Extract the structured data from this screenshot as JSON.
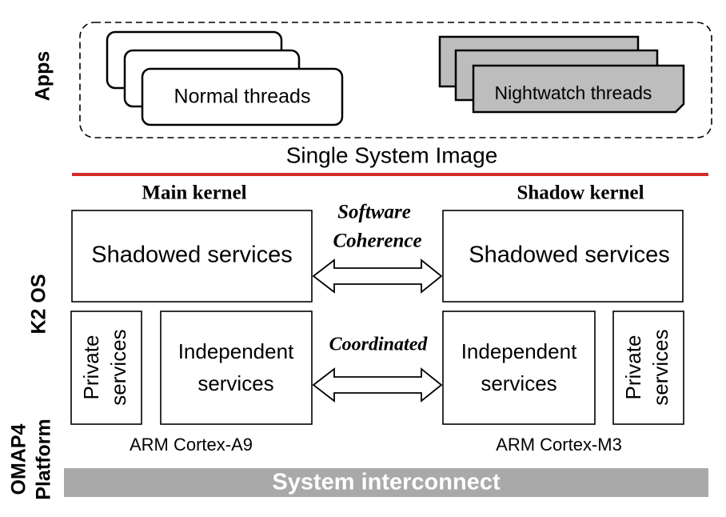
{
  "side_labels": {
    "apps": "Apps",
    "os": "K2 OS",
    "platform_line1": "OMAP4",
    "platform_line2": "Platform"
  },
  "apps": {
    "normal_threads": "Normal threads",
    "nightwatch_threads": "Nightwatch threads",
    "single_system_image": "Single System Image"
  },
  "kernels": {
    "main_title": "Main kernel",
    "shadow_title": "Shadow kernel",
    "main_shadowed": "Shadowed services",
    "shadow_shadowed": "Shadowed services",
    "main_private_line1": "Private",
    "main_private_line2": "services",
    "main_independent_line1": "Independent",
    "main_independent_line2": "services",
    "shadow_independent_line1": "Independent",
    "shadow_independent_line2": "services",
    "shadow_private_line1": "Private",
    "shadow_private_line2": "services"
  },
  "links": {
    "software_line1": "Software",
    "software_line2": "Coherence",
    "coordinated": "Coordinated"
  },
  "platform": {
    "main_cpu": "ARM Cortex-A9",
    "shadow_cpu": "ARM Cortex-M3",
    "interconnect": "System interconnect"
  },
  "colors": {
    "separator": "#d62b2b",
    "nightwatch_fill": "#bdbdbd",
    "interconnect_fill": "#a9a9a9"
  }
}
